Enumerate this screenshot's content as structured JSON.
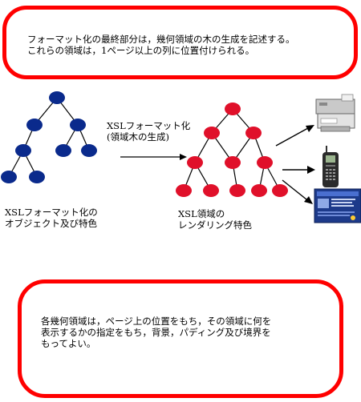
{
  "top_callout": {
    "lines": [
      "フォーマット化の最終部分は，幾何領域の木の生成を記述する。",
      "これらの領域は，1ページ以上の列に位置付けられる。"
    ]
  },
  "process_label": {
    "lines": [
      "XSLフォーマット化",
      "(領域木の生成)"
    ]
  },
  "object_tree_label": {
    "lines": [
      "XSLフォーマット化の",
      "オブジェクト及び特色"
    ]
  },
  "area_tree_label": {
    "lines": [
      "XSL領域の",
      "レンダリング特色"
    ]
  },
  "bottom_callout": {
    "lines": [
      "各幾何領域は，ページ上の位置をもち，その領域に何を",
      "表示するかの指定をもち，背景，パディング及び境界を",
      "もってよい。"
    ]
  },
  "colors": {
    "callout_border": "#ff0000",
    "object_tree_node": "#0a2a8c",
    "area_tree_node": "#e0102a",
    "arrow": "#000000"
  },
  "icons": [
    "printer-icon",
    "mobile-phone-icon",
    "screen-display-icon"
  ]
}
